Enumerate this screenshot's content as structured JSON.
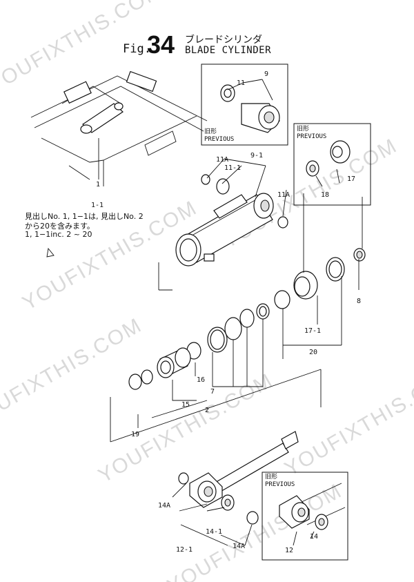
{
  "title": {
    "fig_prefix": "Fig.",
    "fig_number": "34",
    "name_jp": "ブレードシリンダ",
    "name_en": "BLADE CYLINDER"
  },
  "note": {
    "line1": "見出しNo. 1, 1−1は, 見出しNo. 2",
    "line2": "から20を含みます。",
    "line3": "1, 1−1inc. 2 ~ 20"
  },
  "previous_box_label": "PREVIOUS",
  "previous_box_label_jp": "旧形",
  "callouts": {
    "c1": "1",
    "c1_1": "1-1",
    "c2": "2",
    "c7": "7",
    "c8": "8",
    "c9": "9",
    "c9_1": "9-1",
    "c11": "11",
    "c11_1": "11-1",
    "c11a_left": "11A",
    "c11a_right": "11A",
    "c12": "12",
    "c12_1": "12-1",
    "c14": "14",
    "c14_1": "14-1",
    "c14a_left": "14A",
    "c14a_right": "14A",
    "c15": "15",
    "c16": "16",
    "c17": "17",
    "c17_1": "17-1",
    "c18": "18",
    "c19": "19",
    "c20": "20"
  },
  "watermark": "YOUFIXTHIS.COM"
}
